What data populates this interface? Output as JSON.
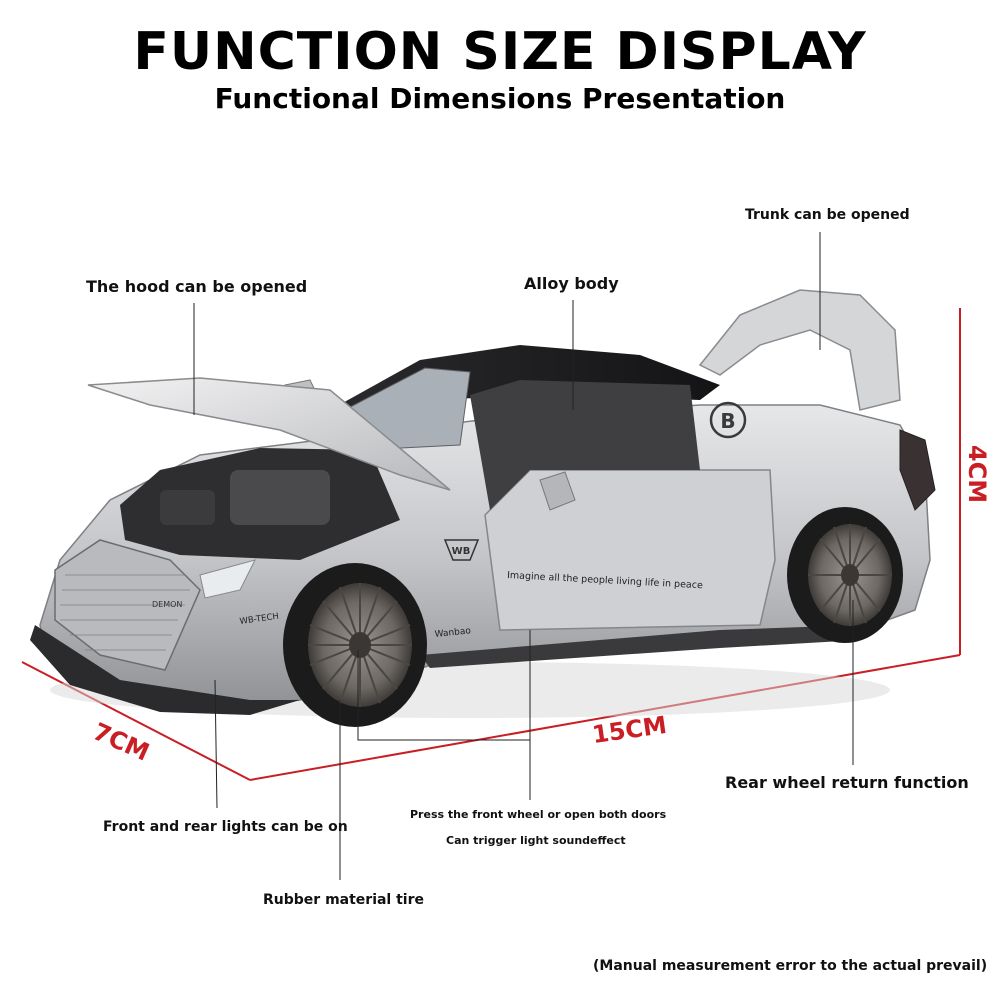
{
  "header": {
    "title": "FUNCTION SIZE DISPLAY",
    "subtitle": "Functional Dimensions Presentation"
  },
  "callouts": {
    "trunk": "Trunk can be opened",
    "hood": "The hood can be opened",
    "alloy": "Alloy body",
    "rear_wheel": "Rear wheel return function",
    "lights": "Front and rear lights can be on",
    "tire": "Rubber material tire",
    "press_line1": "Press the front wheel or open both doors",
    "press_line2": "Can trigger light soundeffect"
  },
  "dimensions": {
    "width": "7CM",
    "length": "15CM",
    "height": "4CM"
  },
  "car_decals": {
    "door_text": "Imagine all the people living life in peace",
    "wanbao": "Wanbao",
    "wb_tech": "WB-TECH",
    "demon": "DEMON",
    "wb_badge": "WB",
    "b_badge": "B"
  },
  "footer": {
    "note": "(Manual measurement error to the actual prevail)"
  },
  "colors": {
    "dimension_red": "#c81e24",
    "car_silver": "#c9cacc",
    "roof_black": "#1d1d1f"
  }
}
